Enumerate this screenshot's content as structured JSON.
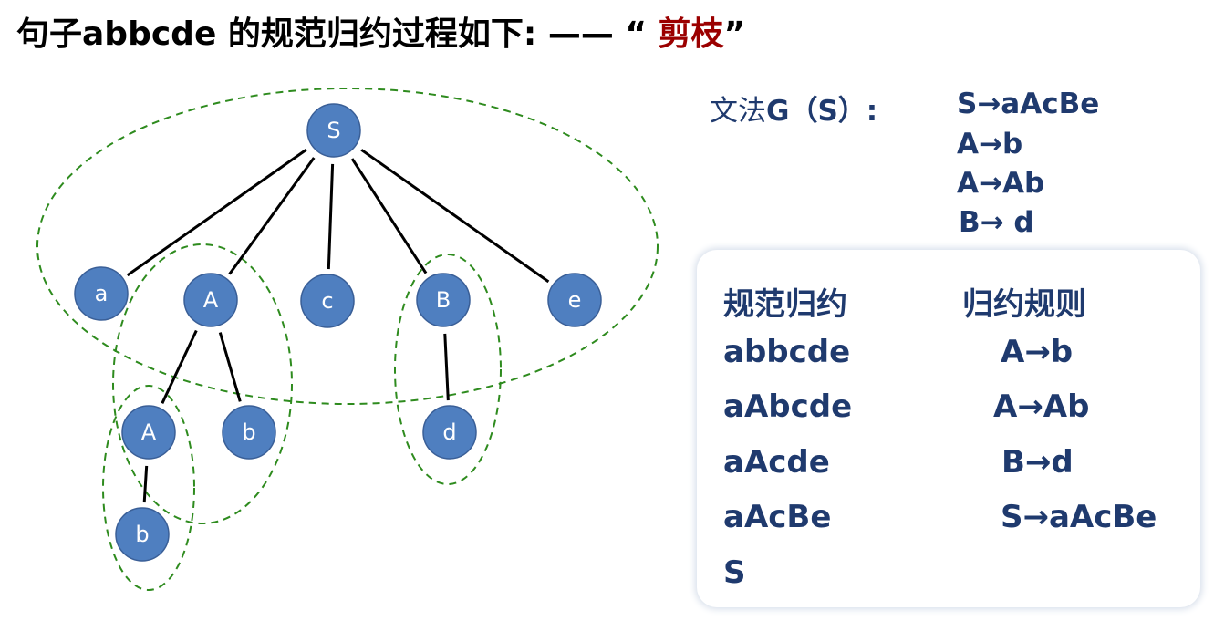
{
  "title": {
    "prefix": "句子abbcde 的规范归约过程如下: ——  “",
    "accent": " 剪枝",
    "suffix": "”"
  },
  "tree": {
    "nodes": [
      {
        "id": "S",
        "label": "S"
      },
      {
        "id": "a",
        "label": "a"
      },
      {
        "id": "A1",
        "label": "A"
      },
      {
        "id": "c",
        "label": "c"
      },
      {
        "id": "B",
        "label": "B"
      },
      {
        "id": "e",
        "label": "e"
      },
      {
        "id": "A2",
        "label": "A"
      },
      {
        "id": "b1",
        "label": "b"
      },
      {
        "id": "d",
        "label": "d"
      },
      {
        "id": "b2",
        "label": "b"
      }
    ],
    "edges": [
      [
        "S",
        "a"
      ],
      [
        "S",
        "A1"
      ],
      [
        "S",
        "c"
      ],
      [
        "S",
        "B"
      ],
      [
        "S",
        "e"
      ],
      [
        "A1",
        "A2"
      ],
      [
        "A1",
        "b1"
      ],
      [
        "B",
        "d"
      ],
      [
        "A2",
        "b2"
      ]
    ]
  },
  "grammar": {
    "label": "文法",
    "label_g": "G（S）:",
    "productions": [
      "S→aAcBe",
      "A→b",
      "A→Ab",
      "B→ d"
    ]
  },
  "reduction_table": {
    "header_left": "规范归约",
    "header_right": "归约规则",
    "rows": [
      {
        "form": "abbcde",
        "rule": "A→b"
      },
      {
        "form": "aAbcde",
        "rule": "A→Ab"
      },
      {
        "form": "aAcde",
        "rule": "B→d"
      },
      {
        "form": "aAcBe",
        "rule": "S→aAcBe"
      },
      {
        "form": "S",
        "rule": ""
      }
    ]
  },
  "colors": {
    "node_fill": "#4f7fc0",
    "group_outline": "#2e8b1e",
    "text_navy": "#1f3a6e",
    "accent": "#9b0000"
  }
}
